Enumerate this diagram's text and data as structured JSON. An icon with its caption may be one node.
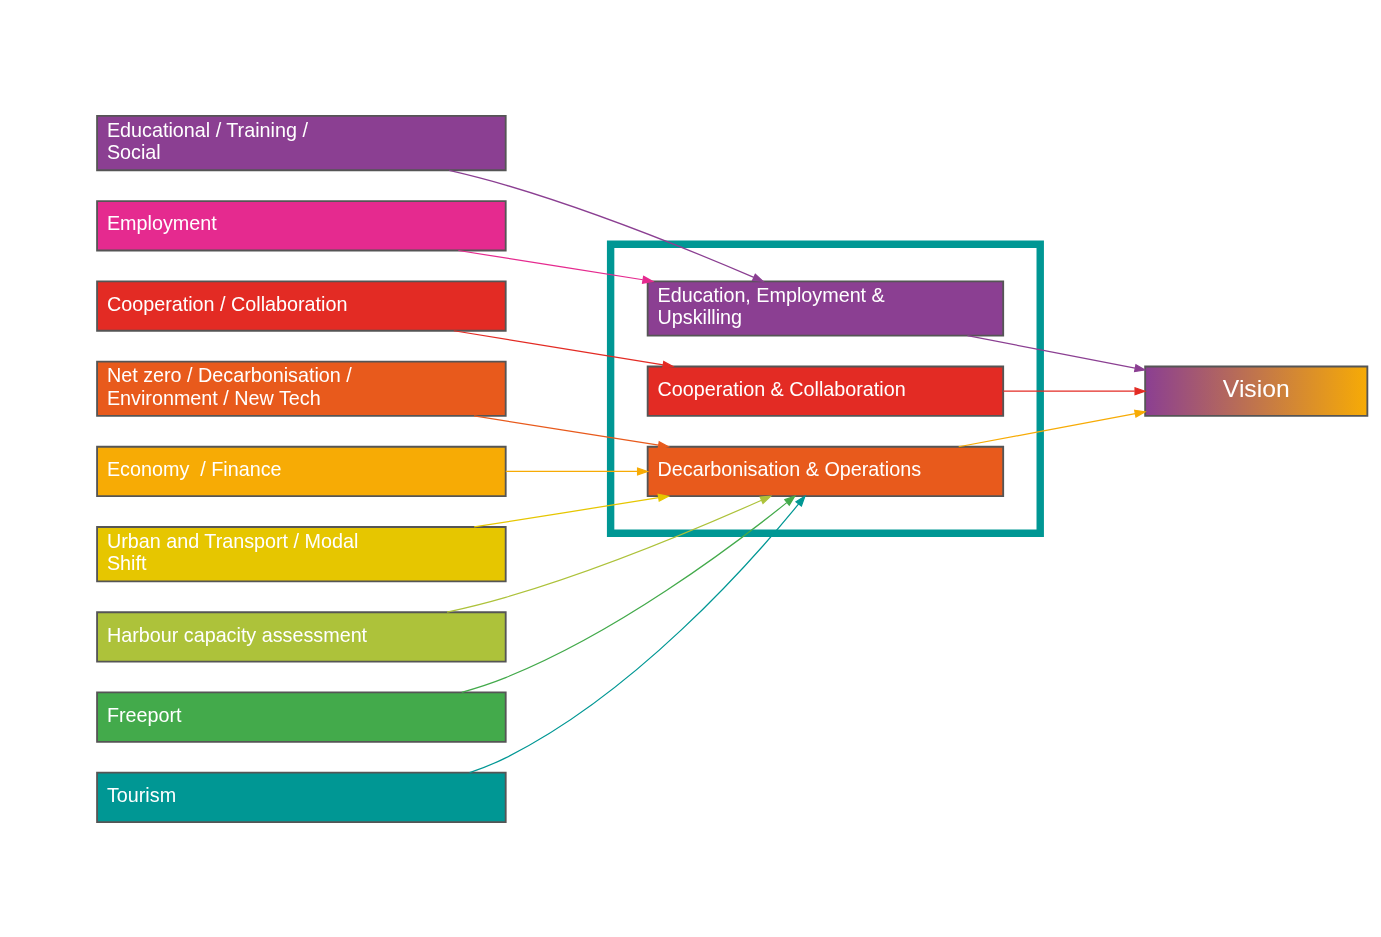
{
  "diagram": {
    "nodes": [
      {
        "text": [
          "Educational / Training / Social"
        ]
      },
      {
        "text": [
          "Employment"
        ]
      },
      {
        "text": [
          "Net zero / Decarbonisation / Environment / New Tech"
        ]
      },
      {
        "text": [
          "Cooperation / Collaboration"
        ]
      },
      {
        "text": [
          "Economy  / Finance"
        ]
      },
      {
        "text": [
          "Urban and Transport / Modal Shift"
        ]
      },
      {
        "text": [
          "Harbour capacity assessment"
        ]
      },
      {
        "text": [
          "Freeport"
        ]
      },
      {
        "text": [
          "Tourism"
        ]
      },
      {
        "text": [],
        "shape": "box"
      },
      {
        "text": [
          "Education, Employment & Upskilling"
        ],
        "in": 9
      },
      {
        "text": [
          "Decarbonisation & Operations"
        ],
        "in": 9
      },
      {
        "text": [
          "Cooperation & Collaboration"
        ],
        "in": 9
      },
      {
        "text": [
          "Vision"
        ]
      }
    ],
    "edges": [
      {
        "from": 0,
        "to": 10,
        "arrow": "to",
        "color": "#8b3f92"
      },
      {
        "from": 1,
        "to": 10,
        "arrow": "to",
        "color": "#e52a8f"
      },
      {
        "from": 2,
        "to": 11,
        "arrow": "to",
        "color": "#e85a1c"
      },
      {
        "from": 3,
        "to": 12,
        "arrow": "to",
        "color": "#e32b24"
      },
      {
        "from": 4,
        "to": 11,
        "arrow": "to",
        "color": "#f7ab05"
      },
      {
        "from": 5,
        "to": 11,
        "arrow": "to",
        "color": "#e6c600"
      },
      {
        "from": 6,
        "to": 11,
        "arrow": "to",
        "color": "#adc23a"
      },
      {
        "from": 7,
        "to": 11,
        "arrow": "to",
        "color": "#43aa4b"
      },
      {
        "from": 8,
        "to": 11,
        "arrow": "to",
        "color": "#009794"
      },
      {
        "from": 10,
        "to": 13,
        "arrow": "to",
        "color": "#8b3f92"
      },
      {
        "from": 11,
        "to": 13,
        "arrow": "to",
        "color": "#f7ab05"
      },
      {
        "from": 12,
        "to": 13,
        "arrow": "to",
        "color": "#e32b24"
      }
    ]
  }
}
